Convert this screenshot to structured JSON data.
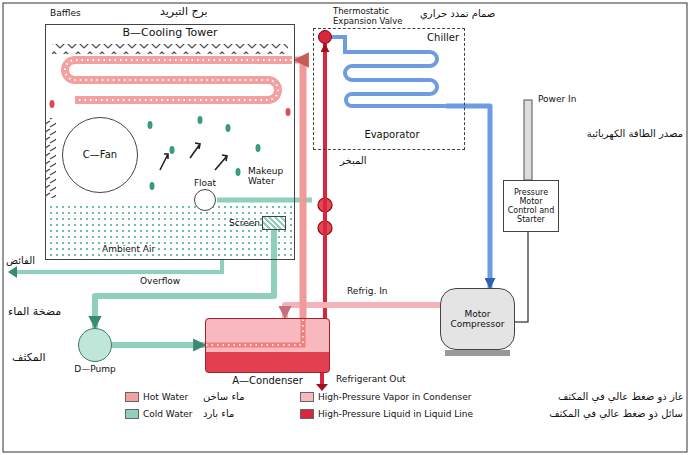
{
  "diagram": {
    "nodes": [
      {
        "text": [
          "B—Cooling Tower"
        ]
      },
      {
        "text": [
          "C—Fan"
        ],
        "in": 0
      },
      {
        "text": [
          "Float"
        ],
        "in": 0
      },
      {
        "text": [
          "Screen"
        ],
        "in": 0
      },
      {
        "text": [
          "Chiller"
        ]
      },
      {
        "text": [
          "Thermostatic Expansion Valve"
        ],
        "in": 4
      },
      {
        "text": [
          "Evaporator"
        ],
        "in": 4
      },
      {
        "text": [
          "Pressure Motor Control and Starter"
        ]
      },
      {
        "text": [
          "Motor Compressor"
        ]
      },
      {
        "text": [
          "D—Pump"
        ]
      },
      {
        "text": [
          "A—Condenser"
        ]
      }
    ],
    "edges": [
      {
        "from": 10,
        "to": 5,
        "arrow": "to"
      },
      {
        "from": 6,
        "to": 8,
        "arrow": "to"
      },
      {
        "from": 8,
        "to": 10,
        "arrow": "to",
        "label": "Refrig. In"
      },
      {
        "from": 7,
        "to": 8,
        "arrow": "none"
      },
      {
        "from": 9,
        "to": 10,
        "arrow": "to"
      },
      {
        "from": 10,
        "to": 0,
        "arrow": "to"
      },
      {
        "from": 3,
        "to": 9,
        "arrow": "to"
      }
    ],
    "labels": [
      "Baffles",
      "برج التبريد",
      "صمام تمدد حراري",
      "Power In",
      "مصدر الطاقة الكهربائية",
      "المبخر",
      "Makeup Water",
      "Ambient Air",
      "Overflow",
      "الفائض",
      "مضخة الماء",
      "المكثف",
      "Refrigerant Out",
      "ماء ساخن",
      "ماء بارد",
      "غاز ذو ضغط عالي في المكثف",
      "سائل ذو ضغط عالي في المكثف"
    ],
    "legend": [
      {
        "text": "Hot Water",
        "color": "#f2a0a0"
      },
      {
        "text": "Cold Water",
        "color": "#8fd0bc"
      },
      {
        "text": "High-Pressure Vapor in Condenser",
        "color": "#f7b9bd"
      },
      {
        "text": "High-Pressure Liquid in Liquid Line",
        "color": "#d7263d"
      }
    ]
  }
}
